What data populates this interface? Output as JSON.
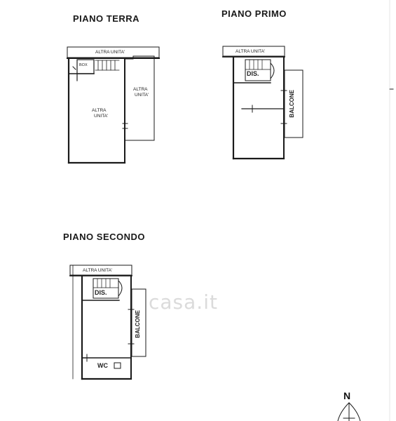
{
  "floors": {
    "ground": {
      "title": "PIANO TERRA",
      "label_top": "ALTRA UNITA'",
      "label_box": "BOX",
      "label_left_1": "ALTRA",
      "label_left_2": "UNITA'",
      "label_right_1": "ALTRA",
      "label_right_2": "UNITA'"
    },
    "first": {
      "title": "PIANO PRIMO",
      "label_top": "ALTRA UNITA'",
      "label_dis": "DIS.",
      "label_balcony": "BALCONE"
    },
    "second": {
      "title": "PIANO SECONDO",
      "label_top": "ALTRA UNITA'",
      "label_dis": "DIS.",
      "label_balcony": "BALCONE",
      "label_wc": "WC"
    }
  },
  "watermark": "casa.it",
  "north": "N"
}
